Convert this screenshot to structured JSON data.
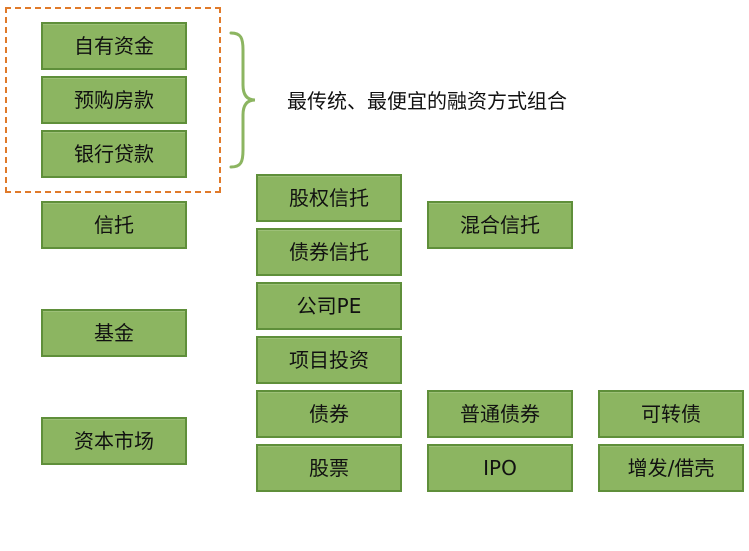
{
  "colors": {
    "box_fill": "#8cb561",
    "box_border": "#5f8f3a",
    "dashed_outline": "#e07a2a",
    "brace": "#8cb561"
  },
  "grouped_sources": [
    "自有资金",
    "预购房款",
    "银行贷款"
  ],
  "group_note": "最传统、最便宜的融资方式组合",
  "column1": {
    "trust": "信托",
    "fund": "基金",
    "capital_market": "资本市场"
  },
  "column2": [
    "股权信托",
    "债券信托",
    "公司PE",
    "项目投资",
    "债券",
    "股票"
  ],
  "column3": {
    "mixed_trust": "混合信托",
    "ordinary_bond": "普通债券",
    "ipo": "IPO"
  },
  "column4": {
    "convertible_bond": "可转债",
    "shell": "增发/借壳"
  }
}
